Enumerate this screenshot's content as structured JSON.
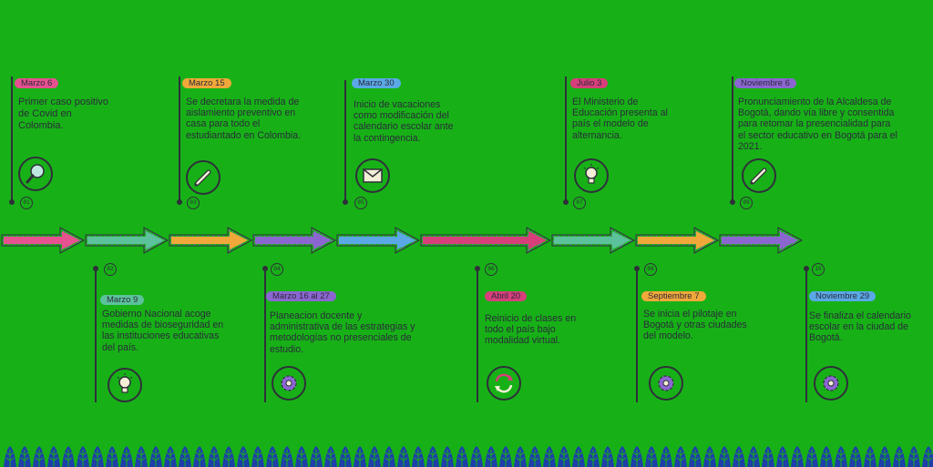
{
  "colors": {
    "background": "#17b117",
    "ink": "#2f2f3a",
    "pink": "#e6518f",
    "teal": "#5cc29b",
    "orange": "#f1a83a",
    "purple": "#8b66d1",
    "blue": "#5aa8e6",
    "magenta": "#d63f7a",
    "cream": "#f3efd6"
  },
  "events": [
    {
      "number": "01",
      "date": "Marzo 6",
      "text": "Primer caso positivo de Covid en Colombia.",
      "icon": "magnifier-icon"
    },
    {
      "number": "02",
      "date": "Marzo 9",
      "text": "Gobierno Nacional acoge medidas de bioseguridad en las instituciones educativas del país.",
      "icon": "lightbulb-icon"
    },
    {
      "number": "03",
      "date": "Marzo 15",
      "text": "Se decretara la medida de aislamiento preventivo en casa para todo el estudiantado en Colombia.",
      "icon": "pencil-icon"
    },
    {
      "number": "04",
      "date": "Marzo 16 al 27",
      "text": "Planeacion docente y administrativa de las estrategias y metodologías no presenciales de estudio.",
      "icon": "gear-icon"
    },
    {
      "number": "05",
      "date": "Marzo 30",
      "text": "Inicio de vacaciones como modificación del calendario escolar ante la contingencia.",
      "icon": "envelope-icon"
    },
    {
      "number": "06",
      "date": "Abril 20",
      "text": "Reinicio de clases en todo el país bajo modalidad virtual.",
      "icon": "refresh-icon"
    },
    {
      "number": "07",
      "date": "Julio 3",
      "text": "El Ministerio de Educación presenta al país el modelo de alternancia.",
      "icon": "lightbulb-icon"
    },
    {
      "number": "08",
      "date": "Septiembre 7",
      "text": "Se inicia el pilotaje en Bogotá y otras ciudades del modelo.",
      "icon": "gear-icon"
    },
    {
      "number": "09",
      "date": "Noviembre 6",
      "text": "Pronunciamiento de la Alcaldesa de Bogotá, dando vía libre y consentida para retomar la presencialidad para el sector educativo en Bogotá para el 2021.",
      "icon": "pencil-icon"
    },
    {
      "number": "10",
      "date": "Noviembre 29",
      "text": "Se finaliza el calendario escolar en la ciudad de Bogotá.",
      "icon": "gear-icon"
    }
  ]
}
